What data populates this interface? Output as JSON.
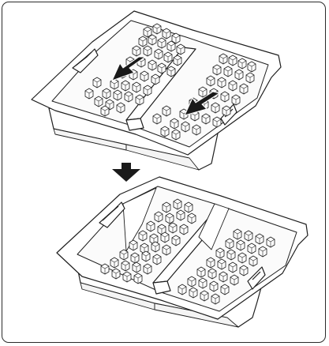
{
  "figure": {
    "steps": [
      {
        "name": "ice-bin-before",
        "description_id": "bin-top"
      },
      {
        "name": "ice-bin-after",
        "description_id": "bin-bottom"
      }
    ],
    "colors": {
      "outline": "#1e1e1e",
      "fill": "#ffffff",
      "arrow": "#1a1a1a",
      "cube_shade": "#e9e9e9"
    },
    "icons": [
      "down-arrow-icon",
      "push-arrow-icon"
    ]
  }
}
